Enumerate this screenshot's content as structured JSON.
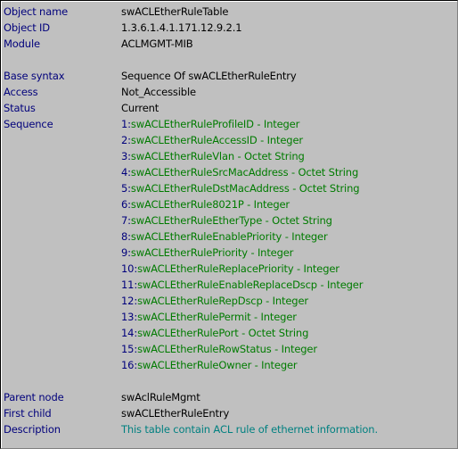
{
  "labels": {
    "object_name": "Object name",
    "object_id": "Object ID",
    "module": "Module",
    "base_syntax": "Base syntax",
    "access": "Access",
    "status": "Status",
    "sequence": "Sequence",
    "parent_node": "Parent node",
    "first_child": "First child",
    "description": "Description"
  },
  "values": {
    "object_name": "swACLEtherRuleTable",
    "object_id": "1.3.6.1.4.1.171.12.9.2.1",
    "module": "ACLMGMT-MIB",
    "base_syntax": "Sequence Of swACLEtherRuleEntry",
    "access": "Not_Accessible",
    "status": "Current",
    "parent_node": "swAclRuleMgmt",
    "first_child": "swACLEtherRuleEntry",
    "description": "This table contain ACL rule of ethernet information."
  },
  "sequence": [
    {
      "num": "1:",
      "name": "swACLEtherRuleProfileID - Integer"
    },
    {
      "num": "2:",
      "name": "swACLEtherRuleAccessID - Integer"
    },
    {
      "num": "3:",
      "name": "swACLEtherRuleVlan - Octet String"
    },
    {
      "num": "4:",
      "name": "swACLEtherRuleSrcMacAddress - Octet String"
    },
    {
      "num": "5:",
      "name": "swACLEtherRuleDstMacAddress - Octet String"
    },
    {
      "num": "6:",
      "name": "swACLEtherRule8021P - Integer"
    },
    {
      "num": "7:",
      "name": "swACLEtherRuleEtherType - Octet String"
    },
    {
      "num": "8:",
      "name": "swACLEtherRuleEnablePriority - Integer"
    },
    {
      "num": "9:",
      "name": "swACLEtherRulePriority - Integer"
    },
    {
      "num": "10:",
      "name": "swACLEtherRuleReplacePriority - Integer"
    },
    {
      "num": "11:",
      "name": "swACLEtherRuleEnableReplaceDscp - Integer"
    },
    {
      "num": "12:",
      "name": "swACLEtherRuleRepDscp - Integer"
    },
    {
      "num": "13:",
      "name": "swACLEtherRulePermit - Integer"
    },
    {
      "num": "14:",
      "name": "swACLEtherRulePort - Octet String"
    },
    {
      "num": "15:",
      "name": "swACLEtherRuleRowStatus - Integer"
    },
    {
      "num": "16:",
      "name": "swACLEtherRuleOwner - Integer"
    }
  ],
  "colors": {
    "background": "#c0c0c0",
    "label": "#00007b",
    "value": "#000000",
    "sequence_name": "#007b00",
    "description": "#008080"
  }
}
